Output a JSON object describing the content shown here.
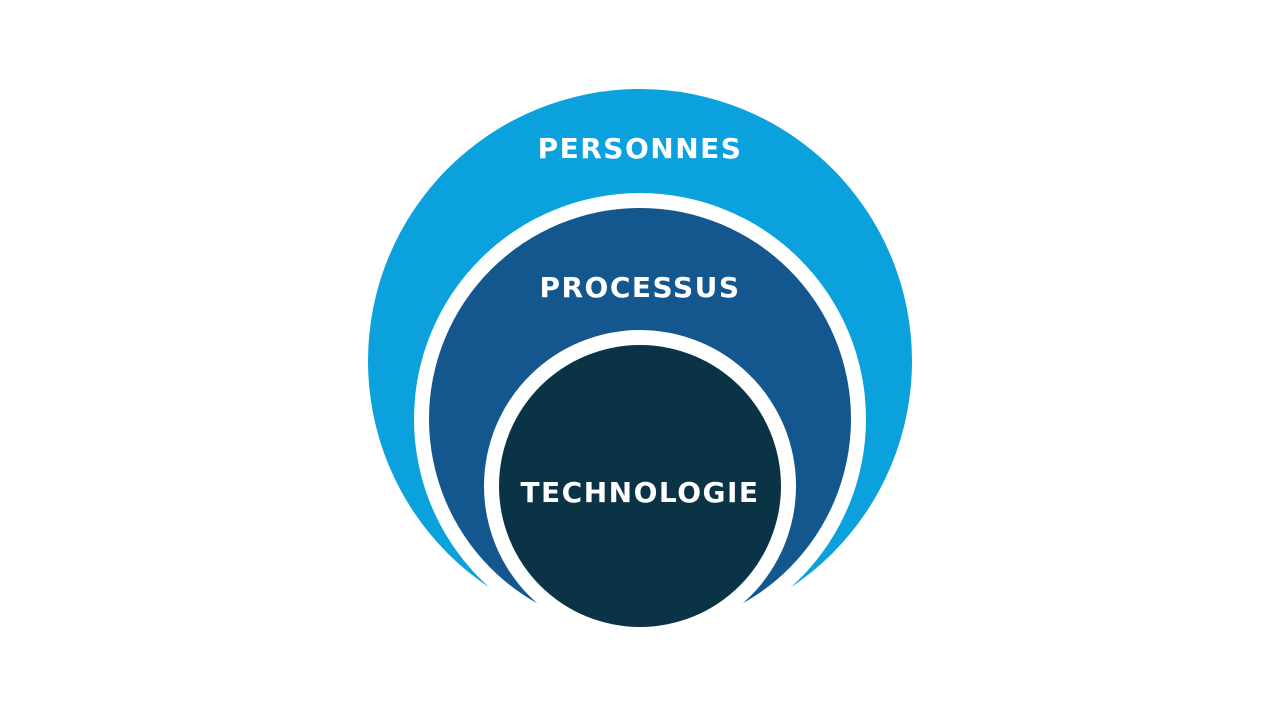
{
  "diagram": {
    "title": "nested-circles-people-process-technology",
    "background_color": "#ffffff",
    "ring_color": "#ffffff",
    "text_color": "#ffffff",
    "layers": [
      {
        "label": "PERSONNES",
        "color": "#0aa1dd"
      },
      {
        "label": "PROCESSUS",
        "color": "#14578f"
      },
      {
        "label": "TECHNOLOGIE",
        "color": "#0b3346"
      }
    ]
  }
}
